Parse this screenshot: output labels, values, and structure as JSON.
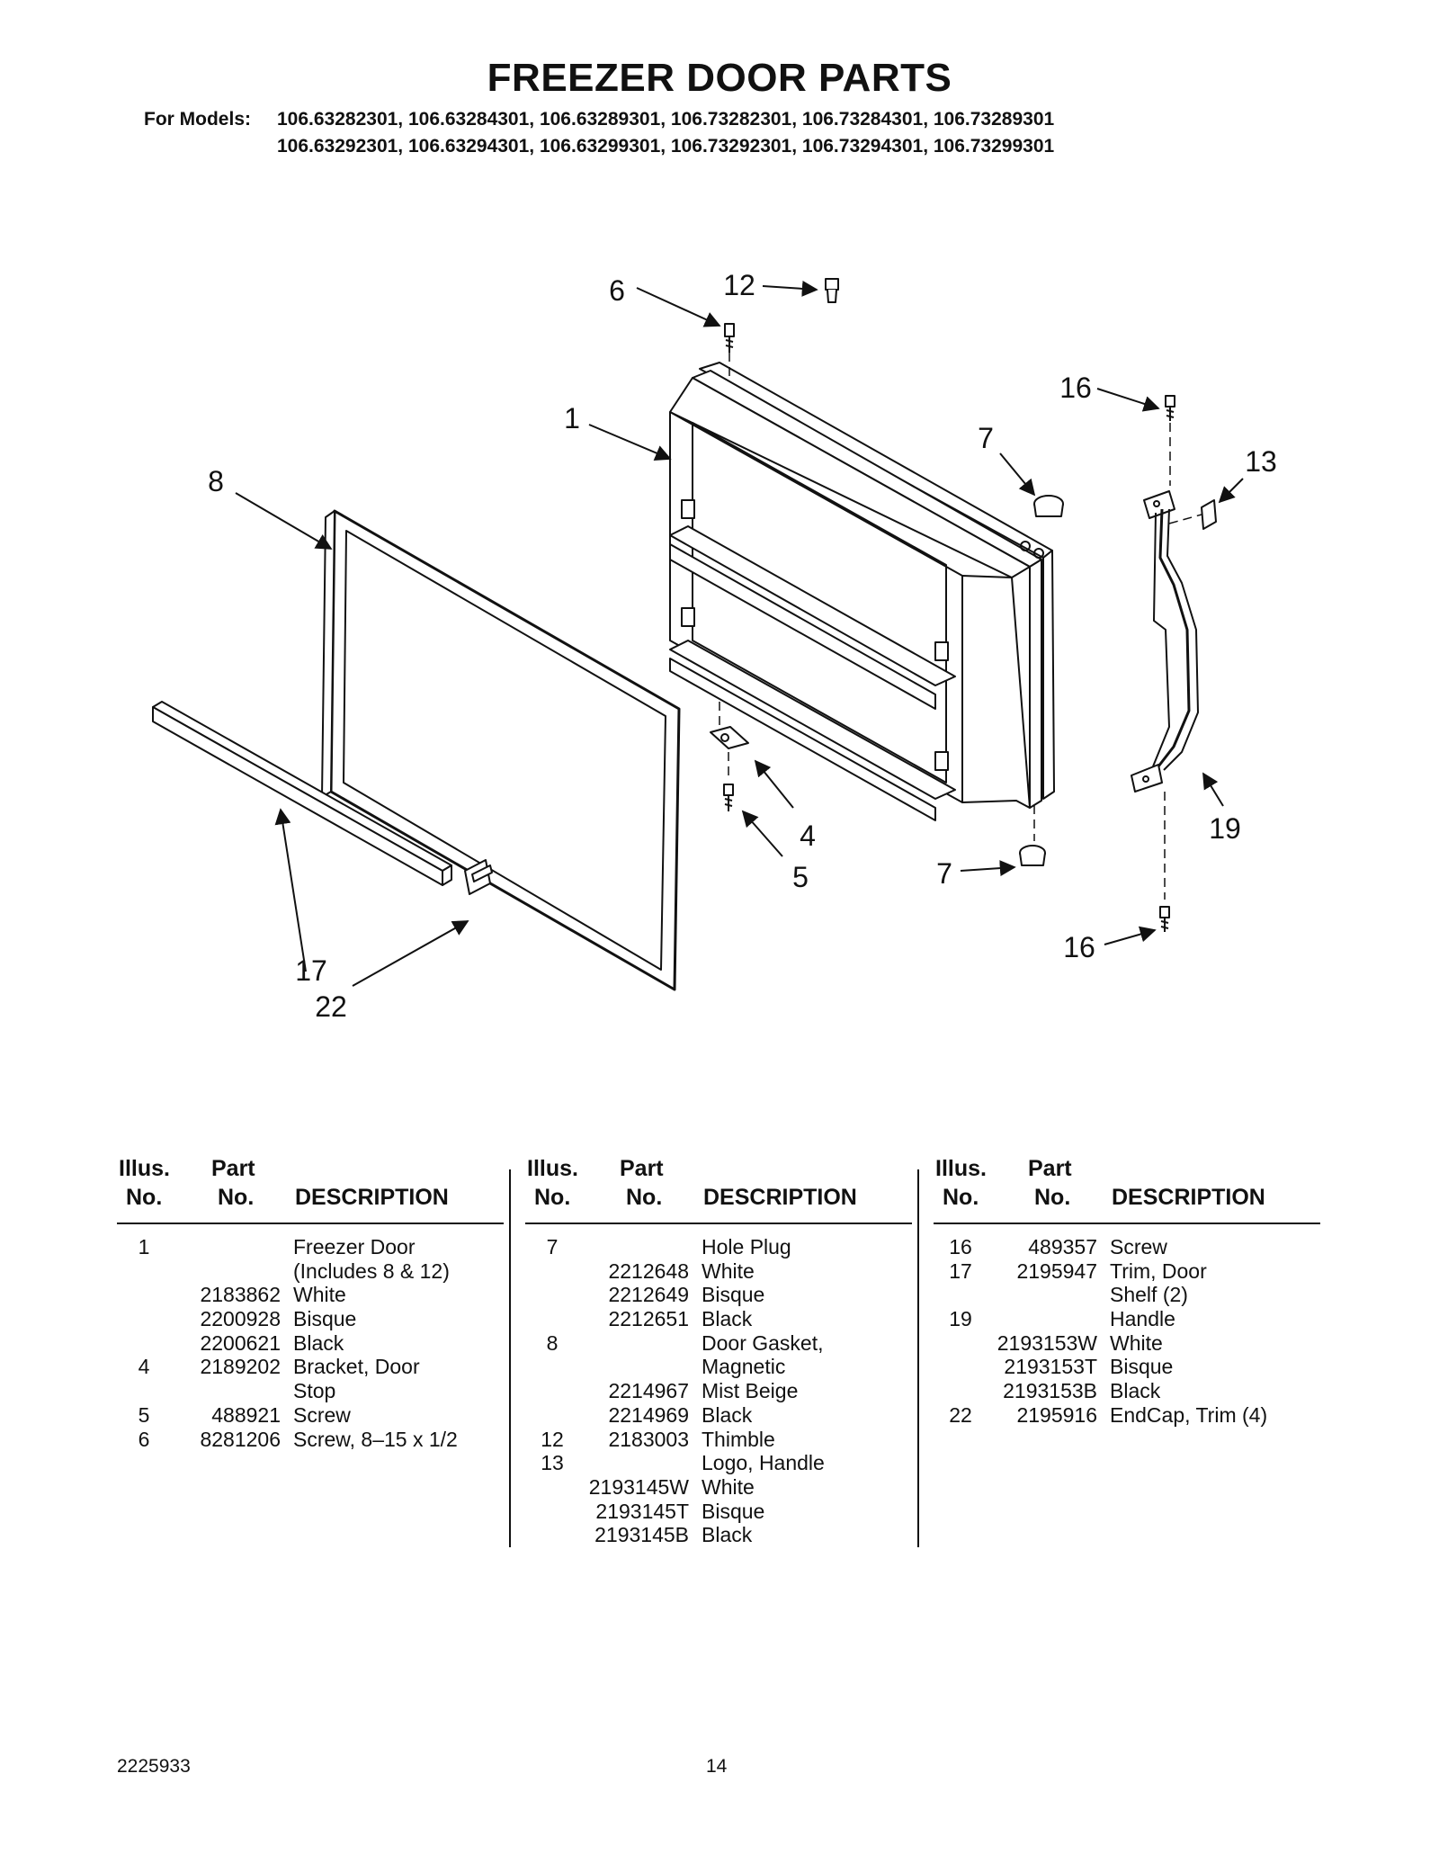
{
  "header": {
    "title": "FREEZER DOOR PARTS",
    "models_label": "For Models:",
    "models_line1": "106.63282301, 106.63284301, 106.63289301, 106.73282301, 106.73284301, 106.73289301",
    "models_line2": "106.63292301, 106.63294301, 106.63299301, 106.73292301, 106.73294301, 106.73299301"
  },
  "callouts": {
    "c1": "1",
    "c4": "4",
    "c5": "5",
    "c6": "6",
    "c7a": "7",
    "c7b": "7",
    "c8": "8",
    "c12": "12",
    "c13": "13",
    "c16a": "16",
    "c16b": "16",
    "c17": "17",
    "c19": "19",
    "c22": "22"
  },
  "table_headers": {
    "illus": "Illus.",
    "no": "No.",
    "part": "Part",
    "part_no": "No.",
    "description": "DESCRIPTION"
  },
  "parts_columns": [
    [
      {
        "illus": "1",
        "part": "",
        "desc": "Freezer Door"
      },
      {
        "illus": "",
        "part": "",
        "desc": "(Includes 8 & 12)"
      },
      {
        "illus": "",
        "part": "2183862",
        "desc": "White"
      },
      {
        "illus": "",
        "part": "2200928",
        "desc": "Bisque"
      },
      {
        "illus": "",
        "part": "2200621",
        "desc": "Black"
      },
      {
        "illus": "4",
        "part": "2189202",
        "desc": "Bracket, Door"
      },
      {
        "illus": "",
        "part": "",
        "desc": "Stop"
      },
      {
        "illus": "5",
        "part": "488921",
        "desc": "Screw"
      },
      {
        "illus": "6",
        "part": "8281206",
        "desc": "Screw, 8–15 x 1/2"
      }
    ],
    [
      {
        "illus": "7",
        "part": "",
        "desc": "Hole Plug"
      },
      {
        "illus": "",
        "part": "2212648",
        "desc": "White"
      },
      {
        "illus": "",
        "part": "2212649",
        "desc": "Bisque"
      },
      {
        "illus": "",
        "part": "2212651",
        "desc": "Black"
      },
      {
        "illus": "8",
        "part": "",
        "desc": "Door Gasket,"
      },
      {
        "illus": "",
        "part": "",
        "desc": "Magnetic"
      },
      {
        "illus": "",
        "part": "2214967",
        "desc": "Mist Beige"
      },
      {
        "illus": "",
        "part": "2214969",
        "desc": "Black"
      },
      {
        "illus": "12",
        "part": "2183003",
        "desc": "Thimble"
      },
      {
        "illus": "13",
        "part": "",
        "desc": "Logo, Handle"
      },
      {
        "illus": "",
        "part": "2193145W",
        "desc": "White"
      },
      {
        "illus": "",
        "part": "2193145T",
        "desc": "Bisque"
      },
      {
        "illus": "",
        "part": "2193145B",
        "desc": "Black"
      }
    ],
    [
      {
        "illus": "16",
        "part": "489357",
        "desc": "Screw"
      },
      {
        "illus": "17",
        "part": "2195947",
        "desc": "Trim, Door"
      },
      {
        "illus": "",
        "part": "",
        "desc": "Shelf (2)"
      },
      {
        "illus": "19",
        "part": "",
        "desc": "Handle"
      },
      {
        "illus": "",
        "part": "2193153W",
        "desc": "White"
      },
      {
        "illus": "",
        "part": "2193153T",
        "desc": "Bisque"
      },
      {
        "illus": "",
        "part": "2193153B",
        "desc": "Black"
      },
      {
        "illus": "22",
        "part": "2195916",
        "desc": "EndCap, Trim (4)"
      }
    ]
  ],
  "footer": {
    "doc_number": "2225933",
    "page_number": "14"
  }
}
